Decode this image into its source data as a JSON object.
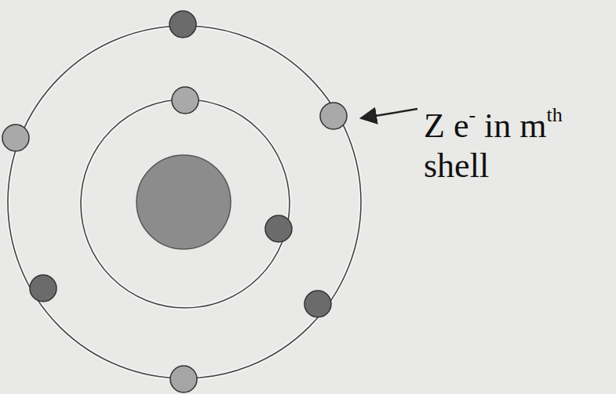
{
  "diagram": {
    "labels": [
      "Z e",
      "-",
      "in m",
      "th",
      "shell"
    ]
  }
}
